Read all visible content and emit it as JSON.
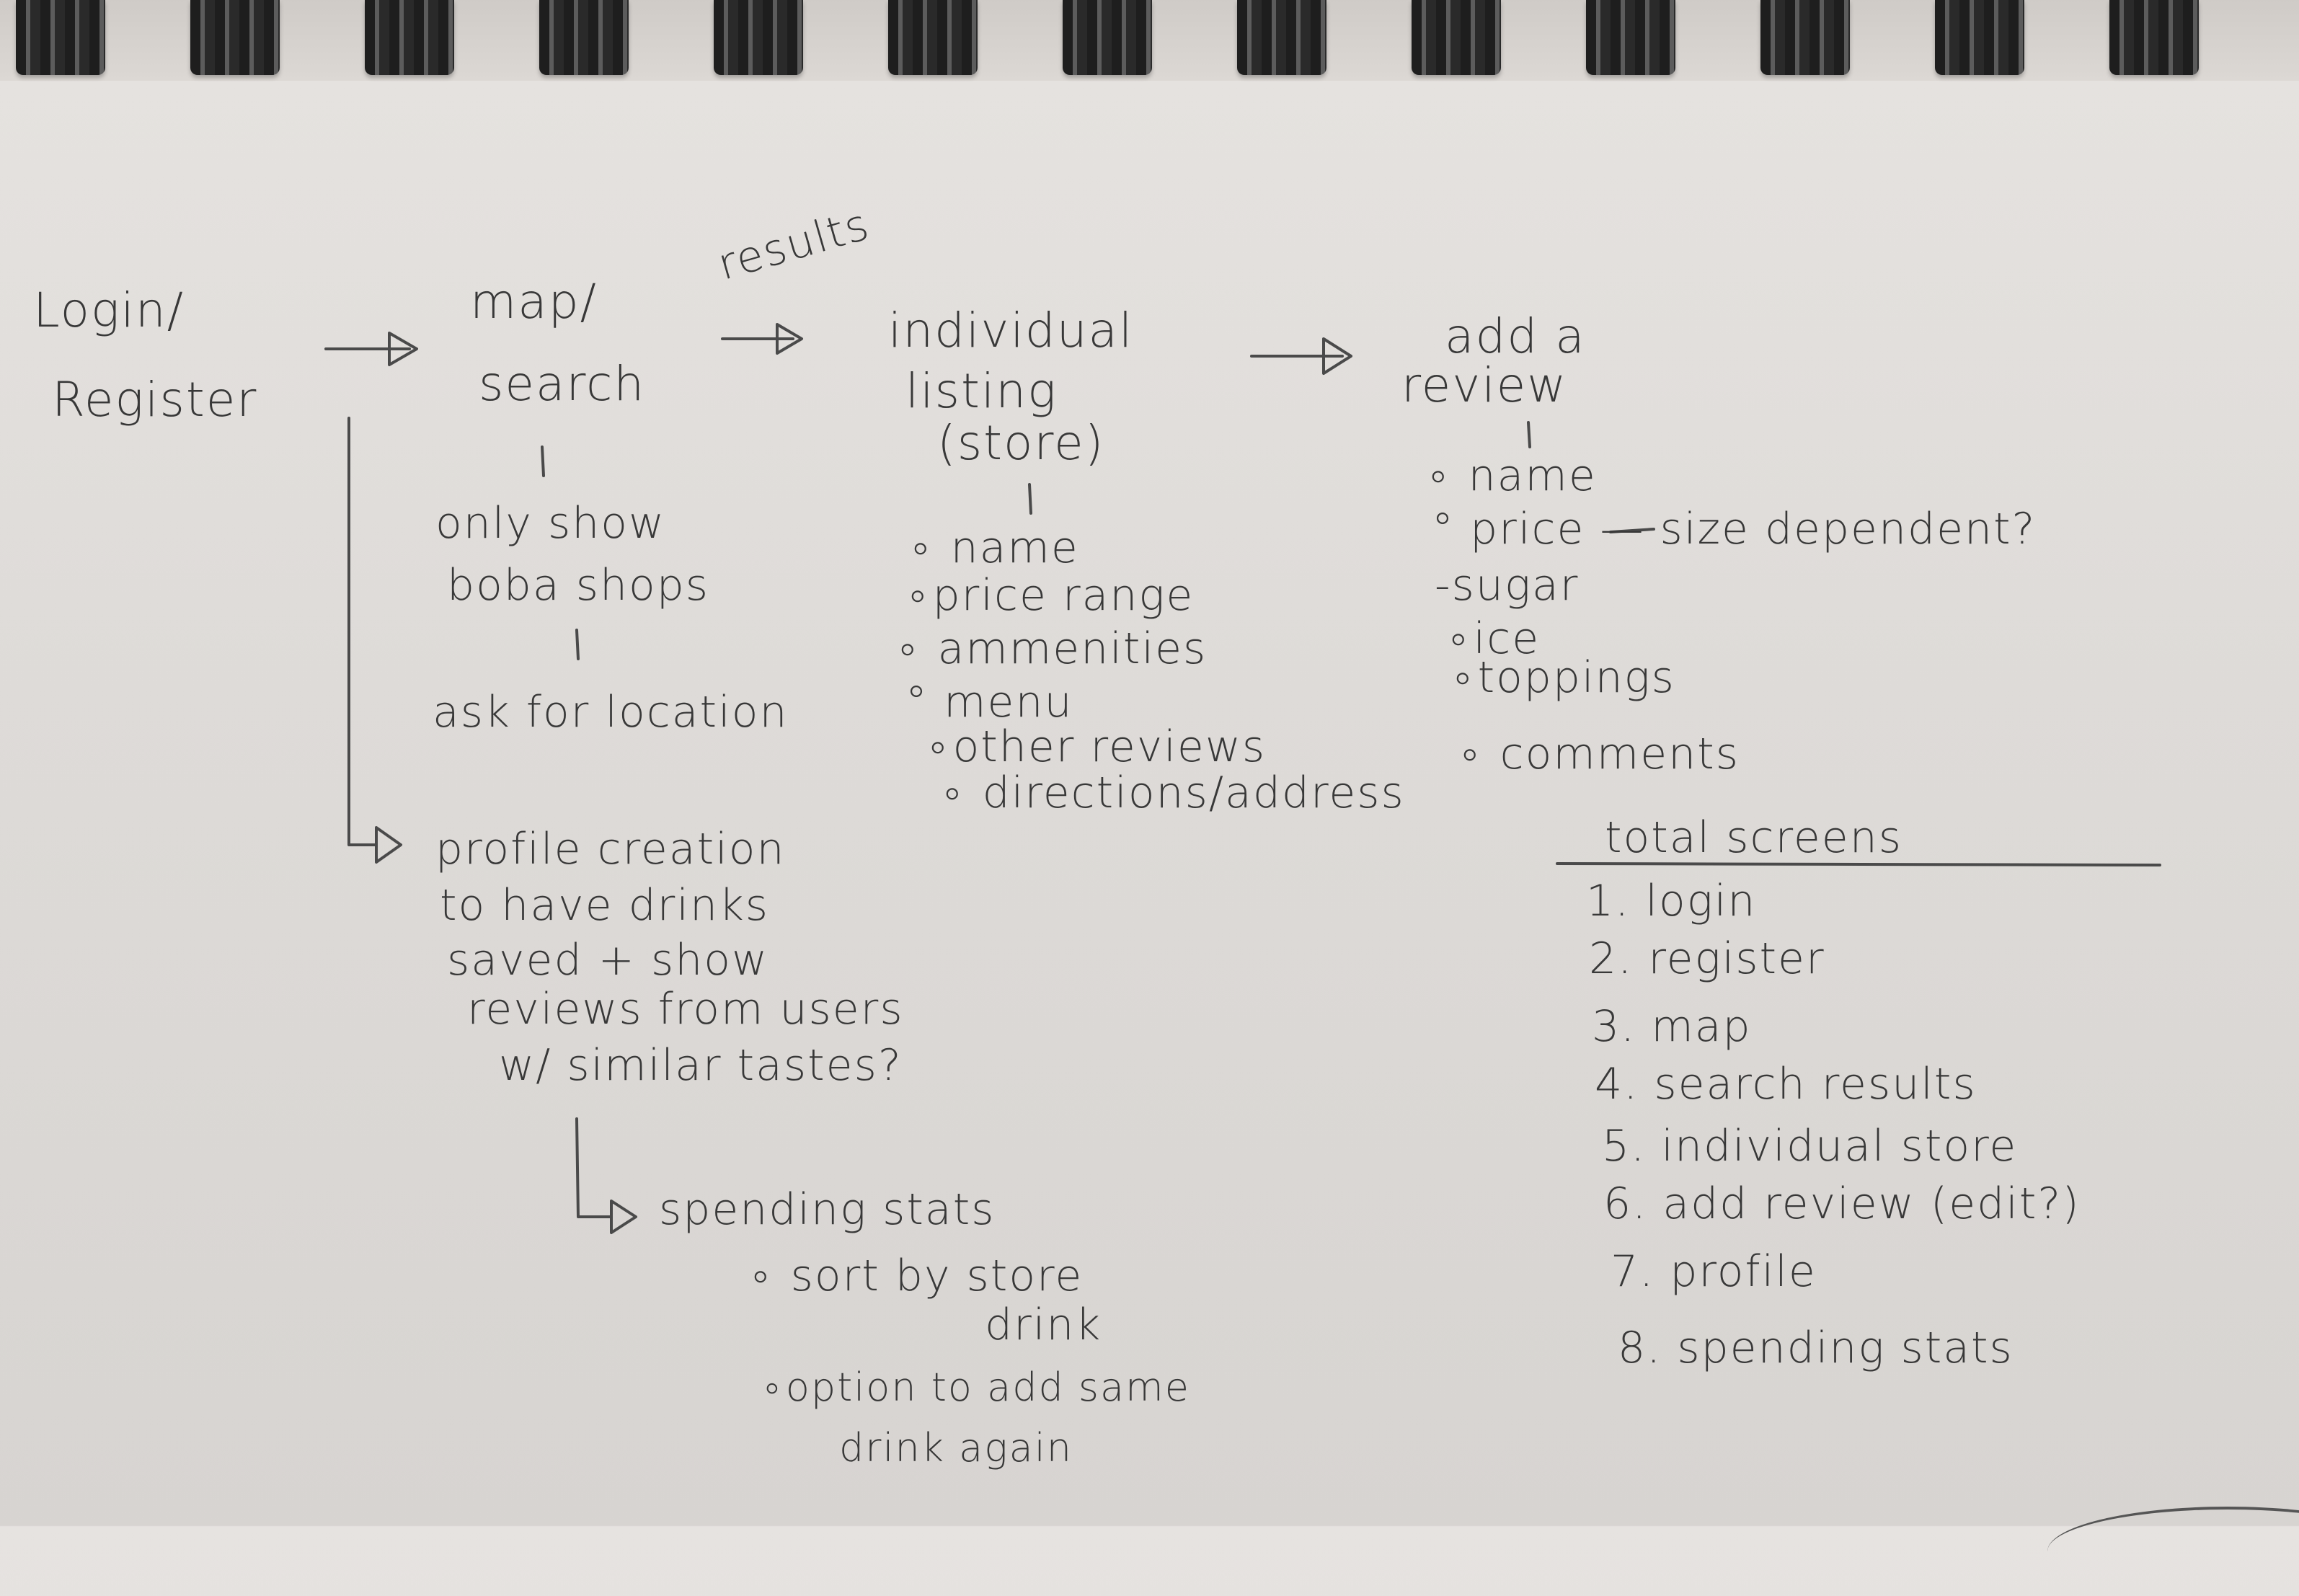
{
  "flow": {
    "login_register": [
      "Login/",
      "Register"
    ],
    "map_search": [
      "map/",
      "search"
    ],
    "results": "results",
    "individual_listing": [
      "individual",
      "listing",
      "(store)"
    ],
    "add_review": [
      "add a",
      "review"
    ]
  },
  "map_notes": [
    "only show",
    "boba shops",
    "ask for location"
  ],
  "listing_items": [
    "name",
    "price range",
    "ammenities",
    "menu",
    "other reviews",
    "directions/address"
  ],
  "review_items": [
    "name",
    "price — size dependent?",
    "sugar",
    "ice",
    "toppings",
    "comments"
  ],
  "profile": [
    "profile creation",
    "to have drinks",
    "saved + show",
    "reviews from users",
    "w/ similar tastes?"
  ],
  "spending": {
    "title": "spending stats",
    "sort_prefix": "sort by",
    "sort_options": [
      "store",
      "drink"
    ],
    "option": [
      "option to add same",
      "drink again"
    ]
  },
  "total_screens": {
    "heading": "total screens",
    "items": [
      "1. login",
      "2. register",
      "3. map",
      "4. search results",
      "5. individual store",
      "6. add review (edit?)",
      "7. profile",
      "8. spending stats"
    ]
  }
}
